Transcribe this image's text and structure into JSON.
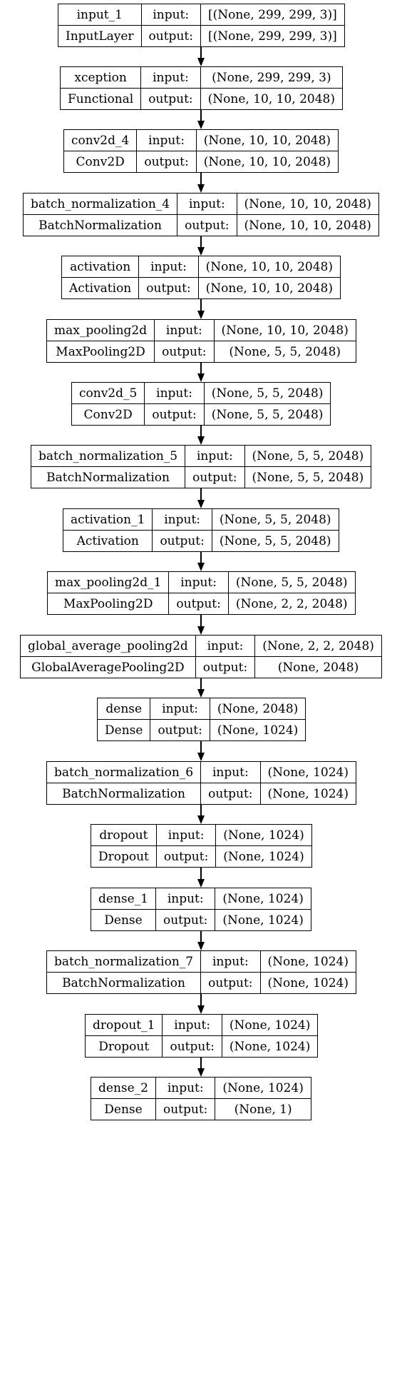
{
  "nodes": [
    {
      "name": "input_1",
      "type": "InputLayer",
      "input_label": "input:",
      "output_label": "output:",
      "input": "[(None, 299, 299, 3)]",
      "output": "[(None, 299, 299, 3)]"
    },
    {
      "name": "xception",
      "type": "Functional",
      "input_label": "input:",
      "output_label": "output:",
      "input": "(None, 299, 299, 3)",
      "output": "(None, 10, 10, 2048)"
    },
    {
      "name": "conv2d_4",
      "type": "Conv2D",
      "input_label": "input:",
      "output_label": "output:",
      "input": "(None, 10, 10, 2048)",
      "output": "(None, 10, 10, 2048)"
    },
    {
      "name": "batch_normalization_4",
      "type": "BatchNormalization",
      "input_label": "input:",
      "output_label": "output:",
      "input": "(None, 10, 10, 2048)",
      "output": "(None, 10, 10, 2048)"
    },
    {
      "name": "activation",
      "type": "Activation",
      "input_label": "input:",
      "output_label": "output:",
      "input": "(None, 10, 10, 2048)",
      "output": "(None, 10, 10, 2048)"
    },
    {
      "name": "max_pooling2d",
      "type": "MaxPooling2D",
      "input_label": "input:",
      "output_label": "output:",
      "input": "(None, 10, 10, 2048)",
      "output": "(None, 5, 5, 2048)"
    },
    {
      "name": "conv2d_5",
      "type": "Conv2D",
      "input_label": "input:",
      "output_label": "output:",
      "input": "(None, 5, 5, 2048)",
      "output": "(None, 5, 5, 2048)"
    },
    {
      "name": "batch_normalization_5",
      "type": "BatchNormalization",
      "input_label": "input:",
      "output_label": "output:",
      "input": "(None, 5, 5, 2048)",
      "output": "(None, 5, 5, 2048)"
    },
    {
      "name": "activation_1",
      "type": "Activation",
      "input_label": "input:",
      "output_label": "output:",
      "input": "(None, 5, 5, 2048)",
      "output": "(None, 5, 5, 2048)"
    },
    {
      "name": "max_pooling2d_1",
      "type": "MaxPooling2D",
      "input_label": "input:",
      "output_label": "output:",
      "input": "(None, 5, 5, 2048)",
      "output": "(None, 2, 2, 2048)"
    },
    {
      "name": "global_average_pooling2d",
      "type": "GlobalAveragePooling2D",
      "input_label": "input:",
      "output_label": "output:",
      "input": "(None, 2, 2, 2048)",
      "output": "(None, 2048)"
    },
    {
      "name": "dense",
      "type": "Dense",
      "input_label": "input:",
      "output_label": "output:",
      "input": "(None, 2048)",
      "output": "(None, 1024)"
    },
    {
      "name": "batch_normalization_6",
      "type": "BatchNormalization",
      "input_label": "input:",
      "output_label": "output:",
      "input": "(None, 1024)",
      "output": "(None, 1024)"
    },
    {
      "name": "dropout",
      "type": "Dropout",
      "input_label": "input:",
      "output_label": "output:",
      "input": "(None, 1024)",
      "output": "(None, 1024)"
    },
    {
      "name": "dense_1",
      "type": "Dense",
      "input_label": "input:",
      "output_label": "output:",
      "input": "(None, 1024)",
      "output": "(None, 1024)"
    },
    {
      "name": "batch_normalization_7",
      "type": "BatchNormalization",
      "input_label": "input:",
      "output_label": "output:",
      "input": "(None, 1024)",
      "output": "(None, 1024)"
    },
    {
      "name": "dropout_1",
      "type": "Dropout",
      "input_label": "input:",
      "output_label": "output:",
      "input": "(None, 1024)",
      "output": "(None, 1024)"
    },
    {
      "name": "dense_2",
      "type": "Dense",
      "input_label": "input:",
      "output_label": "output:",
      "input": "(None, 1024)",
      "output": "(None, 1)"
    }
  ]
}
